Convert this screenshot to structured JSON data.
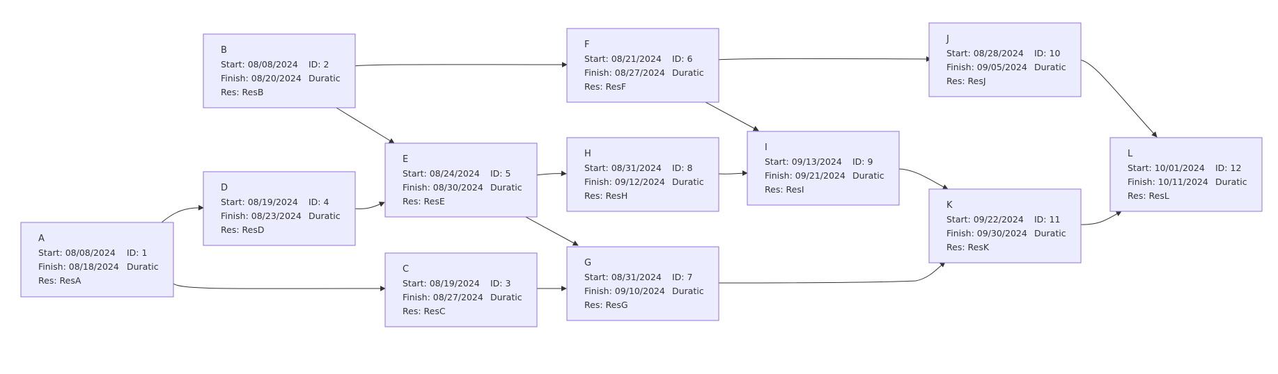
{
  "nodes": [
    {
      "key": "A",
      "title": "A",
      "start": "Start: 08/08/2024",
      "id": "ID: 1",
      "finish": "Finish: 08/18/2024",
      "duration": "Duratic",
      "res": "Res: ResA"
    },
    {
      "key": "B",
      "title": "B",
      "start": "Start: 08/08/2024",
      "id": "ID: 2",
      "finish": "Finish: 08/20/2024",
      "duration": "Duratic",
      "res": "Res: ResB"
    },
    {
      "key": "C",
      "title": "C",
      "start": "Start: 08/19/2024",
      "id": "ID: 3",
      "finish": "Finish: 08/27/2024",
      "duration": "Duratic",
      "res": "Res: ResC"
    },
    {
      "key": "D",
      "title": "D",
      "start": "Start: 08/19/2024",
      "id": "ID: 4",
      "finish": "Finish: 08/23/2024",
      "duration": "Duratic",
      "res": "Res: ResD"
    },
    {
      "key": "E",
      "title": "E",
      "start": "Start: 08/24/2024",
      "id": "ID: 5",
      "finish": "Finish: 08/30/2024",
      "duration": "Duratic",
      "res": "Res: ResE"
    },
    {
      "key": "F",
      "title": "F",
      "start": "Start: 08/21/2024",
      "id": "ID: 6",
      "finish": "Finish: 08/27/2024",
      "duration": "Duratic",
      "res": "Res: ResF"
    },
    {
      "key": "G",
      "title": "G",
      "start": "Start: 08/31/2024",
      "id": "ID: 7",
      "finish": "Finish: 09/10/2024",
      "duration": "Duratic",
      "res": "Res: ResG"
    },
    {
      "key": "H",
      "title": "H",
      "start": "Start: 08/31/2024",
      "id": "ID: 8",
      "finish": "Finish: 09/12/2024",
      "duration": "Duratic",
      "res": "Res: ResH"
    },
    {
      "key": "I",
      "title": "I",
      "start": "Start: 09/13/2024",
      "id": "ID: 9",
      "finish": "Finish: 09/21/2024",
      "duration": "Duratic",
      "res": "Res: ResI"
    },
    {
      "key": "J",
      "title": "J",
      "start": "Start: 08/28/2024",
      "id": "ID: 10",
      "finish": "Finish: 09/05/2024",
      "duration": "Duratic",
      "res": "Res: ResJ"
    },
    {
      "key": "K",
      "title": "K",
      "start": "Start: 09/22/2024",
      "id": "ID: 11",
      "finish": "Finish: 09/30/2024",
      "duration": "Duratic",
      "res": "Res: ResK"
    },
    {
      "key": "L",
      "title": "L",
      "start": "Start: 10/01/2024",
      "id": "ID: 12",
      "finish": "Finish: 10/11/2024",
      "duration": "Duratic",
      "res": "Res: ResL"
    }
  ],
  "edges": [
    {
      "from": "A",
      "to": "D"
    },
    {
      "from": "A",
      "to": "C"
    },
    {
      "from": "B",
      "to": "F"
    },
    {
      "from": "B",
      "to": "E"
    },
    {
      "from": "D",
      "to": "E"
    },
    {
      "from": "C",
      "to": "G"
    },
    {
      "from": "E",
      "to": "H"
    },
    {
      "from": "E",
      "to": "G"
    },
    {
      "from": "F",
      "to": "J"
    },
    {
      "from": "F",
      "to": "I"
    },
    {
      "from": "H",
      "to": "I"
    },
    {
      "from": "G",
      "to": "K"
    },
    {
      "from": "I",
      "to": "K"
    },
    {
      "from": "J",
      "to": "L"
    },
    {
      "from": "K",
      "to": "L"
    }
  ],
  "colors": {
    "node_fill": "#ececff",
    "node_border": "#9370db",
    "text": "#333333",
    "edge": "#333333"
  }
}
